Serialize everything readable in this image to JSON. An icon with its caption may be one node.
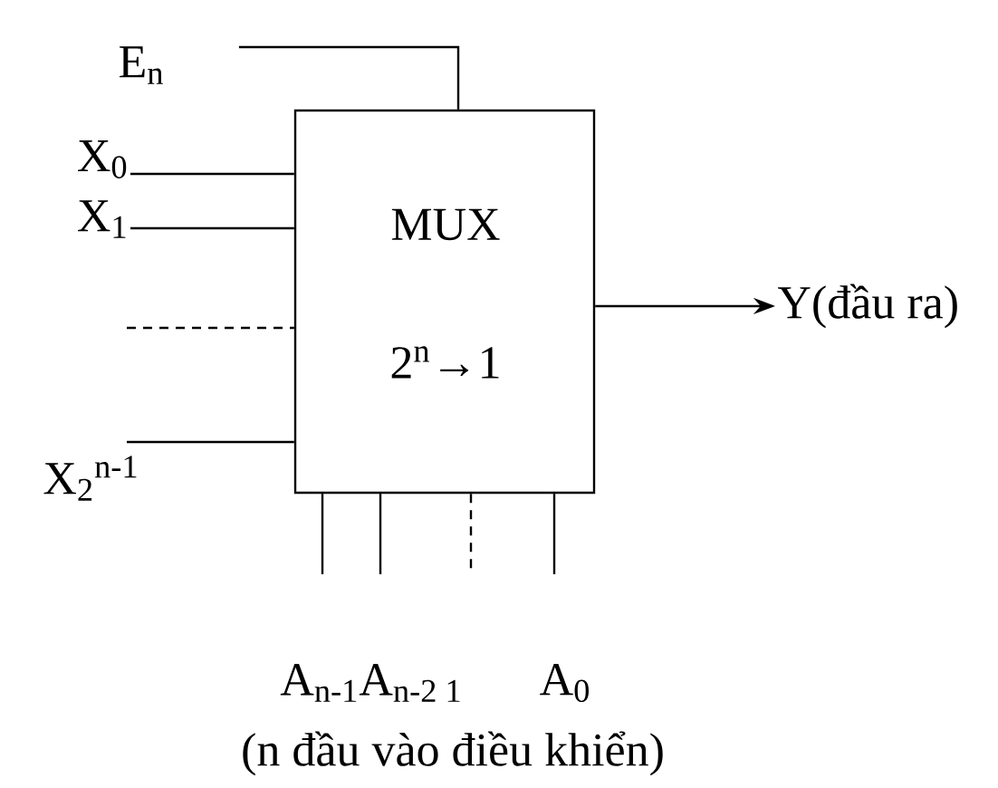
{
  "diagram": {
    "nodes": [
      {
        "text": [
          "E$_{n}$"
        ]
      },
      {
        "text": [
          "X$_{0}$"
        ]
      },
      {
        "text": [
          "X$_{1}$"
        ]
      },
      {
        "text": [
          "MUX",
          "2$^{n}$→1"
        ]
      },
      {
        "text": [
          "Y(đầu ra)"
        ]
      },
      {
        "text": [
          "X$_{2}$$^{n-1}$"
        ]
      }
    ],
    "edges": [
      {
        "from": 0,
        "to": 3,
        "arrow": "none"
      },
      {
        "from": 1,
        "to": 3,
        "arrow": "none"
      },
      {
        "from": 2,
        "to": 3,
        "arrow": "none"
      },
      {
        "from": null,
        "to": 3,
        "arrow": "none",
        "style": "dashed"
      },
      {
        "from": 5,
        "to": 3,
        "arrow": "none"
      },
      {
        "from": 3,
        "to": 4,
        "arrow": "to"
      },
      {
        "from": 3,
        "to": null,
        "arrow": "none"
      },
      {
        "from": 3,
        "to": null,
        "arrow": "none"
      },
      {
        "from": 3,
        "to": null,
        "arrow": "none",
        "style": "dashed"
      },
      {
        "from": 3,
        "to": null,
        "arrow": "none"
      }
    ],
    "labels": [
      "A$_{n-1}$A$_{n-2 1}$",
      "A$_{0}$",
      "(n đầu vào điều khiển)"
    ]
  }
}
